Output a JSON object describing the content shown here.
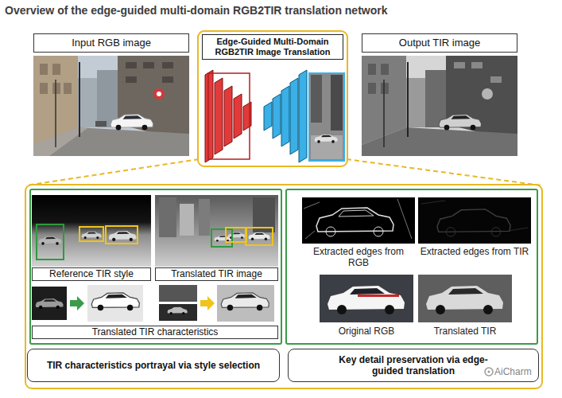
{
  "diagram": {
    "title": "Overview of the edge-guided multi-domain RGB2TIR translation network",
    "nodes": [
      {
        "text": [
          "Input RGB image"
        ]
      },
      {
        "text": [
          "Edge-Guided Multi-Domain RGB2TIR Image Translation"
        ]
      },
      {
        "text": [
          "Output TIR image"
        ]
      },
      {
        "text": [
          "Reference TIR style"
        ]
      },
      {
        "text": [
          "Translated TIR image"
        ]
      },
      {
        "text": [
          "Translated TIR characteristics"
        ]
      },
      {
        "text": [
          "TIR characteristics portrayal via style selection"
        ]
      },
      {
        "text": [
          "Key detail preservation via edge-guided translation"
        ]
      }
    ],
    "labels": [
      "Extracted edges from RGB",
      "Extracted edges from TIR",
      "Original RGB",
      "Translated TIR",
      "AiCharm"
    ]
  }
}
